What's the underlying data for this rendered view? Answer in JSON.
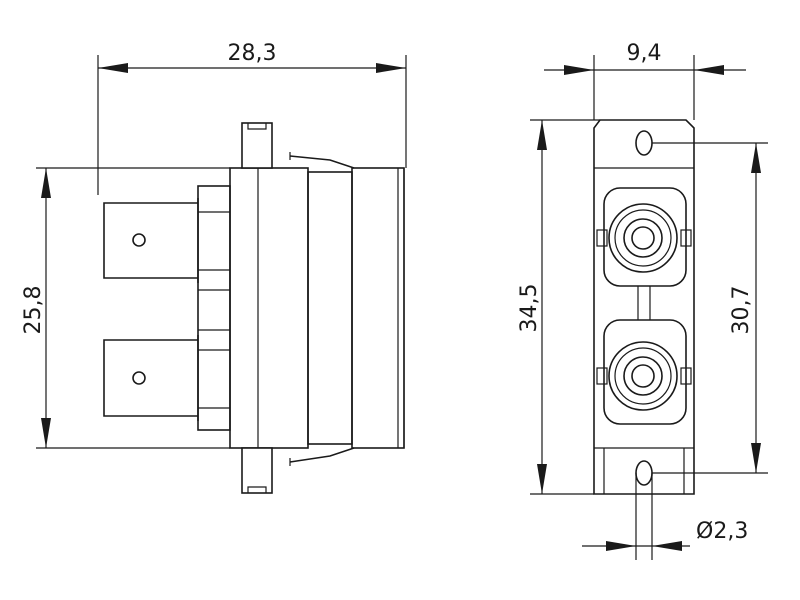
{
  "dimensions": {
    "side_width": "28,3",
    "side_height": "25,8",
    "front_width": "9,4",
    "front_height": "34,5",
    "hole_spacing": "30,7",
    "hole_diameter": "2,3"
  },
  "symbols": {
    "diameter": "Ø"
  }
}
